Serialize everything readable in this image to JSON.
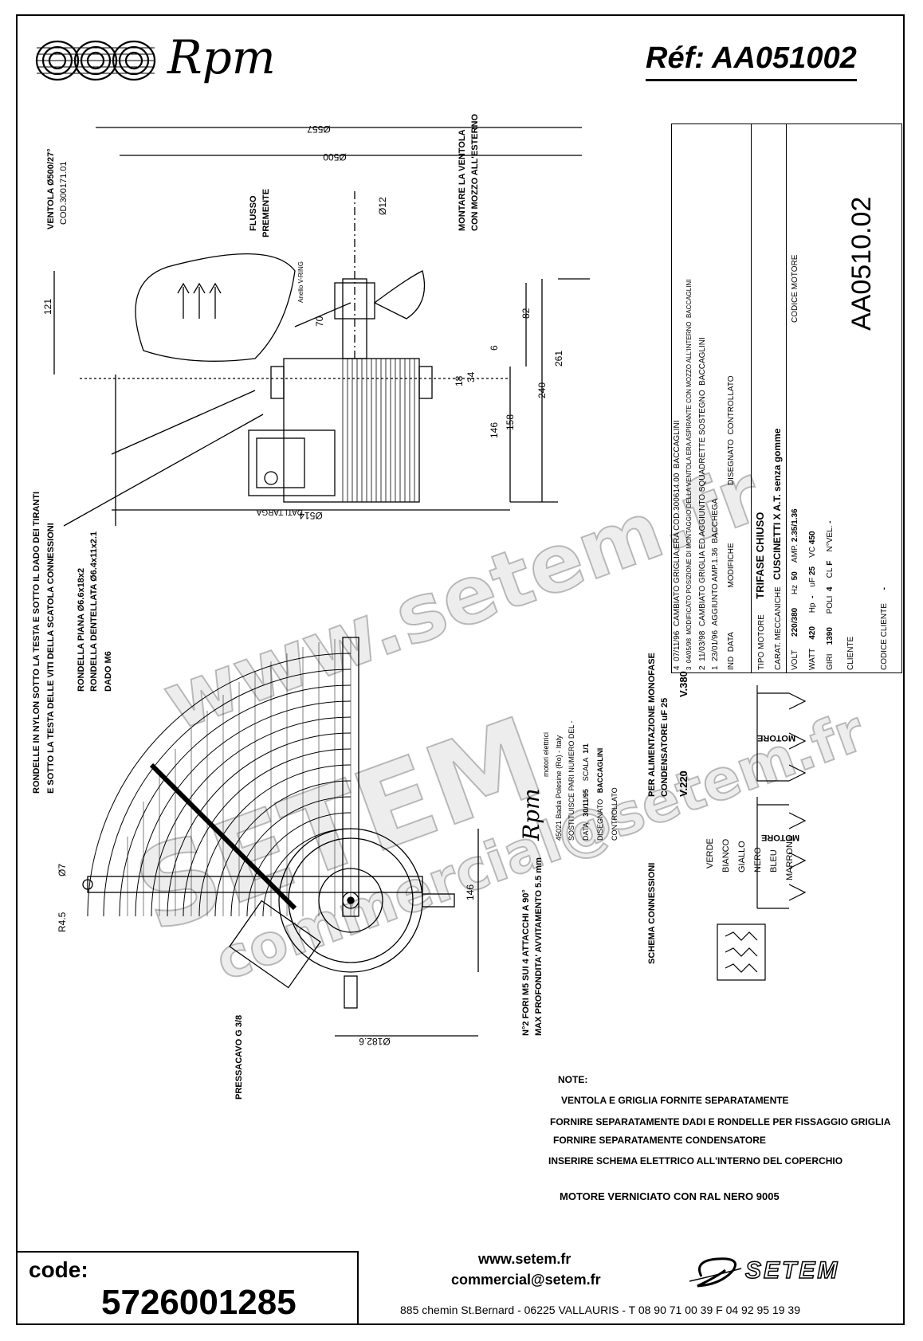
{
  "header": {
    "brand": "Rpm",
    "reference": "Réf: AA051002"
  },
  "drawing": {
    "fan_label": "VENTOLA Ø500/27°",
    "fan_code": "COD.300171.01",
    "flow_label_1": "FLUSSO",
    "flow_label_2": "PREMENTE",
    "mount_label_1": "MONTARE LA VENTOLA",
    "mount_label_2": "CON MOZZO ALL'ESTERNO",
    "d557": "Ø557",
    "d500": "Ø500",
    "d12": "Ø12",
    "d514": "Ø514",
    "d182": "Ø182.6",
    "dim121": "121",
    "dim70": "70",
    "dim261": "261",
    "dim240": "240",
    "dim158": "158",
    "dim146": "146",
    "dim82": "82",
    "dim34": "34",
    "dim18": "18",
    "dim6": "6",
    "dim146b": "146",
    "dim7": "Ø7",
    "dim45": "R4.5",
    "ring_label": "Anello V-RING",
    "plate_label": "DATI TARGA",
    "nylon_1": "RONDELLE IN NYLON SOTTO LA TESTA E SOTTO IL DADO DEI TIRANTI",
    "nylon_2": "E SOTTO LA TESTA DELLE VITI DELLA SCATOLA CONNESSIONI",
    "washer_1": "RONDELLA PIANA Ø6.6x18x2",
    "washer_2": "RONDELLA DENTELLATA Ø6.4x11x2.1",
    "nut": "DADO M6",
    "pressacavo": "PRESSACAVO G 3/8",
    "holes_1": "N°2 FORI M5 SUI 4 ATTACCHI A 90°",
    "holes_2": "MAX PROFONDITA' AVVITAMENTO 5.5 mm"
  },
  "titleblock": {
    "rev_rows": [
      {
        "n": "4",
        "date": "07/11/96",
        "desc": "CAMBIATO GRIGLIA,ERA COD.300614.00",
        "by": "BACCAGLINI"
      },
      {
        "n": "3",
        "date": "04/05/98",
        "desc": "MODIFICATO POSIZIONE DI MONTAGGIO DELLA VENTOLA ERA ASPIRANTE CON MOZZO ALL'INTERNO",
        "by": "BACCAGLINI"
      },
      {
        "n": "2",
        "date": "11/03/98",
        "desc": "CAMBIATO GRIGLIA ED AGGIUNTO SQUADRETTE SOSTEGNO",
        "by": "BACCAGLINI"
      },
      {
        "n": "1",
        "date": "23/01/96",
        "desc": "AGGIUNTO AMP.1.36",
        "by": "BACCHEGA"
      }
    ],
    "hdr_ind": "IND",
    "hdr_data": "DATA",
    "hdr_mod": "MODIFICHE",
    "hdr_dis": "DISEGNATO",
    "hdr_ctrl": "CONTROLLATO",
    "tipo_label": "TIPO MOTORE",
    "tipo_val": "TRIFASE CHIUSO",
    "carat_label": "CARAT. MECCANICHE",
    "carat_val": "CUSCINETTI X A.T. senza gomme",
    "volt_label": "VOLT",
    "volt_val": "220/380",
    "hz_label": "Hz",
    "hz_val": "50",
    "amp_label": "AMP.",
    "amp_val": "2.35/1.36",
    "watt_label": "WATT",
    "watt_val": "420",
    "hp_label": "Hp",
    "hp_val": "-",
    "uf_label": "uF",
    "uf_val": "25",
    "vc_label": "VC",
    "vc_val": "450",
    "giri_label": "GIRI",
    "giri_val": "1390",
    "poli_label": "POLI",
    "poli_val": "4",
    "cl_label": "CL",
    "cl_val": "F",
    "nvel_label": "N°VEL.",
    "nvel_val": "-",
    "cliente_label": "CLIENTE",
    "codice_motore_label": "CODICE MOTORE",
    "codice_motore_val": "AA0510.02",
    "codice_cliente_label": "CODICE CLIENTE",
    "codice_cliente_val": "-",
    "rpm_sub": "motori elettrici",
    "address": "45021 Badia Polesine (Ro) - Italy",
    "sostituisce": "SOSTITUISCE PARI NUMERO DEL",
    "sostituisce_val": "-",
    "data_label": "DATA",
    "data_val": "30/11/95",
    "scala_label": "SCALA",
    "scala_val": "1/1",
    "disegnato_label": "DISEGNATO",
    "disegnato_val": "BACCAGLINI",
    "controllato_label": "CONTROLLATO"
  },
  "wiring": {
    "title_1": "PER ALIMENTAZIONE MONOFASE",
    "title_2": "CONDENSATORE uF 25",
    "v220": "V.220",
    "v380": "V.380",
    "schema": "SCHEMA CONNESSIONI",
    "motore": "MOTORE",
    "verde": "VERDE",
    "bianco": "BIANCO",
    "giallo": "GIALLO",
    "nero": "NERO",
    "bleu": "BLEU",
    "marrone": "MARRONE"
  },
  "notes": {
    "title": "NOTE:",
    "items": [
      "VENTOLA E GRIGLIA FORNITE SEPARATAMENTE",
      "FORNIRE SEPARATAMENTE DADI E RONDELLE PER FISSAGGIO GRIGLIA",
      "FORNIRE SEPARATAMENTE CONDENSATORE",
      "INSERIRE SCHEMA ELETTRICO ALL'INTERNO DEL COPERCHIO"
    ],
    "paint": "MOTORE VERNICIATO CON RAL NERO 9005"
  },
  "watermarks": {
    "w1": "www.setem.fr",
    "w2": "SETEM",
    "w3": "commercial@setem.fr"
  },
  "footer": {
    "code_label": "code:",
    "code_value": "5726001285",
    "website": "www.setem.fr",
    "email": "commercial@setem.fr",
    "address": "885 chemin St.Bernard  -  06225 VALLAURIS  -  T 08 90 71 00 39   F 04 92 95 19 39",
    "setem_logo": "SETEM"
  }
}
